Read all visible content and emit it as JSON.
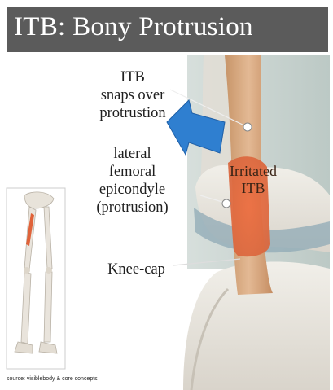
{
  "title": "ITB: Bony Protrusion",
  "labels": {
    "itb_snaps": [
      "ITB",
      "snaps over",
      "protrustion"
    ],
    "lateral_epicondyle": [
      "lateral",
      "femoral",
      "epicondyle",
      "(protrusion)"
    ],
    "irritated_itb": [
      "Irritated",
      "ITB"
    ],
    "knee_cap": "Knee-cap"
  },
  "source": "source: visiblebody & core concepts",
  "colors": {
    "title_bar": "#5b5b5b",
    "arrow": "#2f7fd0",
    "itb_band": "#d4a07a",
    "irritated": "#e2683f",
    "bone": "#e9e5de",
    "background_tissue": "#cfd8d4"
  }
}
